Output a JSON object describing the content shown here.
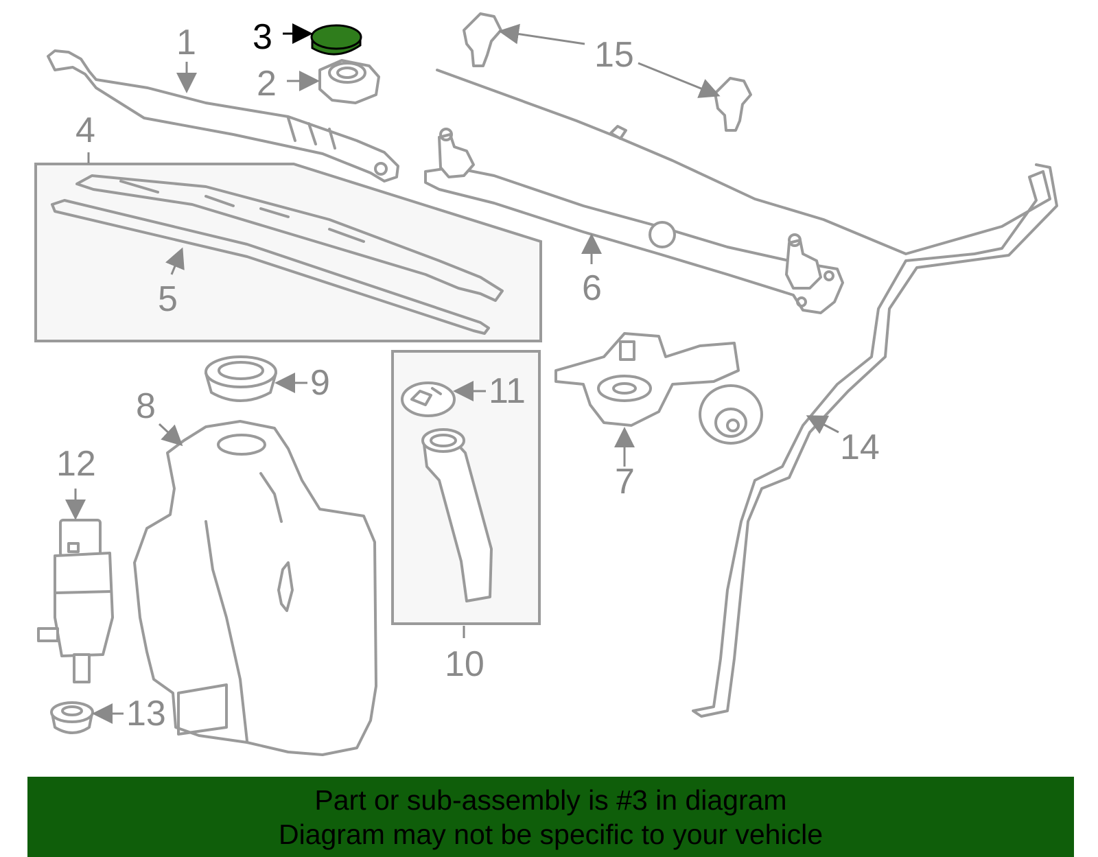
{
  "callouts": {
    "c1": "1",
    "c2": "2",
    "c3": "3",
    "c4": "4",
    "c5": "5",
    "c6": "6",
    "c7": "7",
    "c8": "8",
    "c9": "9",
    "c10": "10",
    "c11": "11",
    "c12": "12",
    "c13": "13",
    "c14": "14",
    "c15": "15"
  },
  "footer": {
    "line1": "Part or sub-assembly is #3 in diagram",
    "line2": "Diagram may not be specific to your vehicle"
  },
  "colors": {
    "highlight_part": "#2f7d1c",
    "footer_bg": "#0f5e0a",
    "line_art": "#9a9a9a"
  }
}
